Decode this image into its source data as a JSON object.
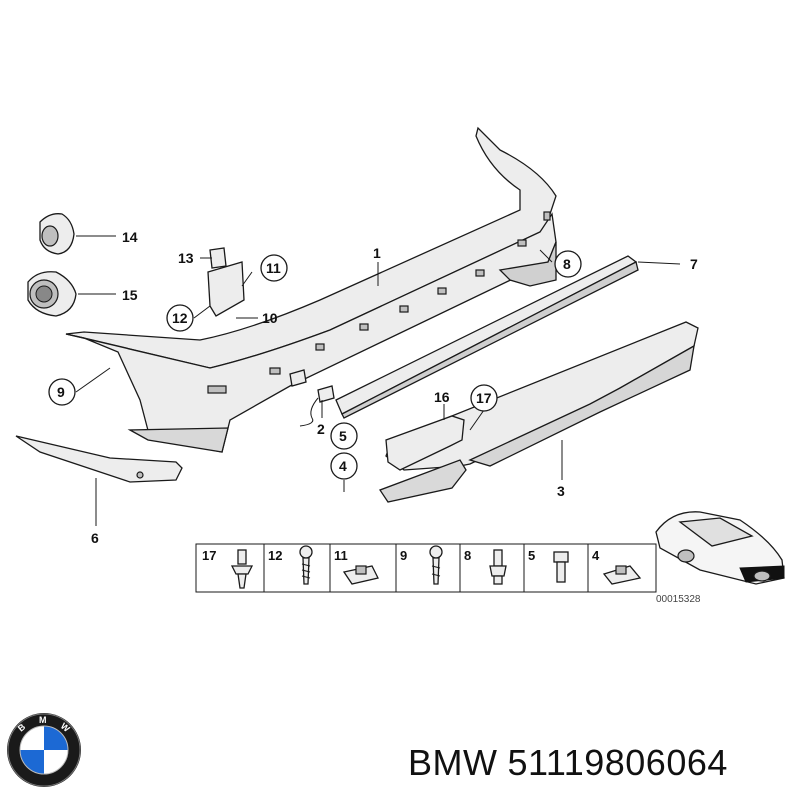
{
  "diagram": {
    "callouts": {
      "c1": "1",
      "c2": "2",
      "c3": "3",
      "c4": "4",
      "c5": "5",
      "c6": "6",
      "c7": "7",
      "c8": "8",
      "c9": "9",
      "c10": "10",
      "c11": "11",
      "c12": "12",
      "c13": "13",
      "c14": "14",
      "c15": "15",
      "c16": "16",
      "c17": "17"
    },
    "legend": [
      "17",
      "12",
      "11",
      "9",
      "8",
      "5",
      "4"
    ],
    "doc_number": "00015328"
  },
  "footer": {
    "brand": "BMW",
    "part_number": "51119806064",
    "logo_letters": "BMW",
    "logo_colors": {
      "blue": "#1c69d4",
      "white": "#ffffff",
      "ring": "#1a1a1a"
    }
  }
}
